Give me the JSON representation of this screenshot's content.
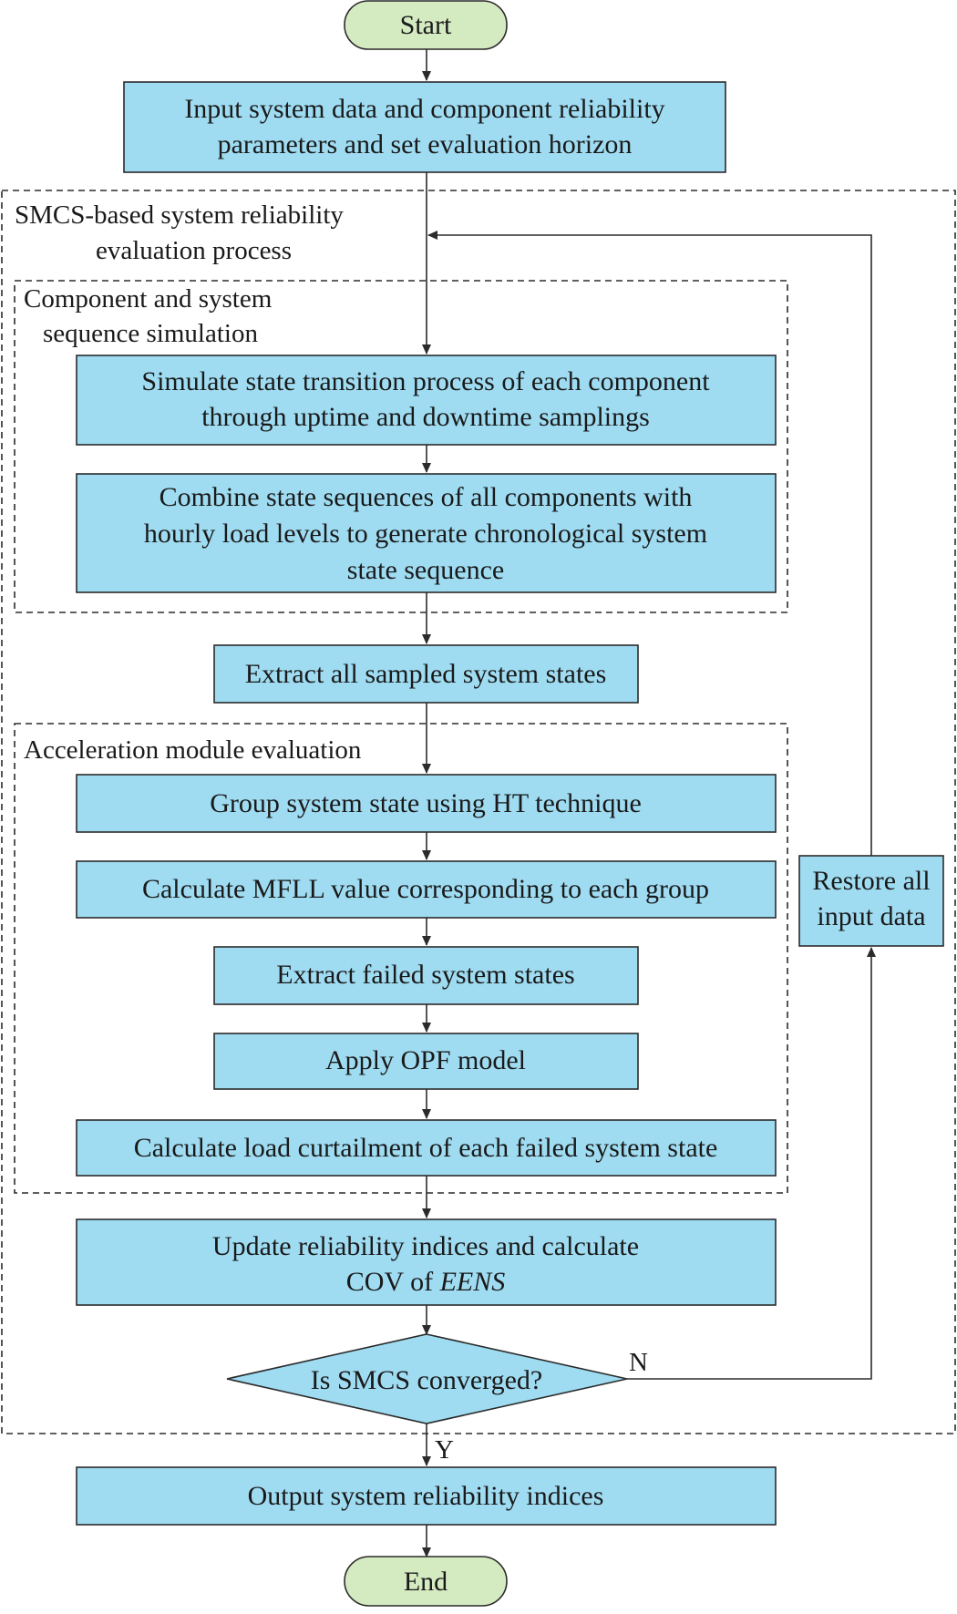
{
  "diagram": {
    "start": "Start",
    "end": "End",
    "input": {
      "line1": "Input system data and component reliability",
      "line2": "parameters and set evaluation horizon"
    },
    "smcs_group": {
      "line1": "SMCS-based system reliability",
      "line2": "evaluation process"
    },
    "seq_group": {
      "line1": "Component and system",
      "line2": "sequence simulation"
    },
    "simulate": {
      "line1": "Simulate state transition process of each component",
      "line2": "through uptime and downtime samplings"
    },
    "combine": {
      "line1": "Combine state sequences of all components with",
      "line2": "hourly load levels to generate chronological system",
      "line3": "state sequence"
    },
    "extract_all": "Extract all sampled system states",
    "accel_group": "Acceleration module evaluation",
    "group_ht": "Group system state using HT technique",
    "mfll": "Calculate MFLL value corresponding to each group",
    "extract_failed": "Extract failed system states",
    "opf": "Apply OPF model",
    "curtail": "Calculate load curtailment of each failed system state",
    "update": {
      "line1": "Update reliability indices and calculate",
      "line2_prefix": "COV of ",
      "line2_italic": "EENS"
    },
    "decision": "Is SMCS converged?",
    "no_label": "N",
    "yes_label": "Y",
    "restore": {
      "line1": "Restore all",
      "line2": "input data"
    },
    "output": "Output system reliability indices"
  }
}
